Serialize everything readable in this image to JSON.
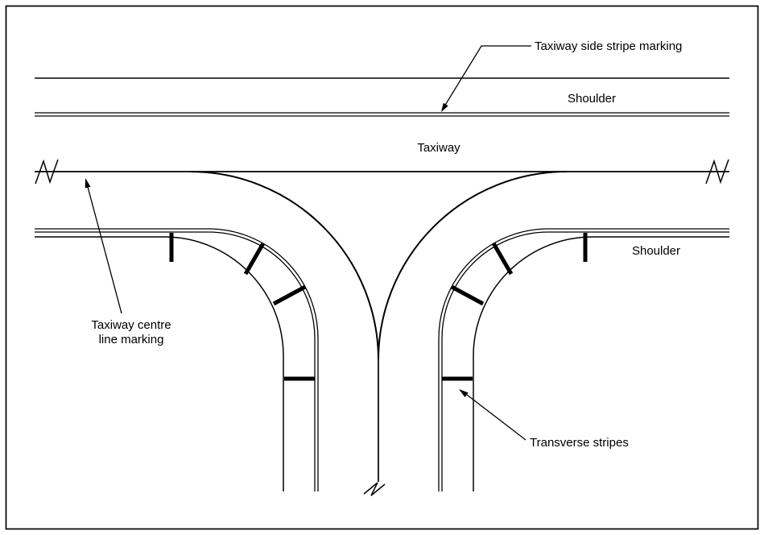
{
  "colors": {
    "ink": "#000000",
    "paper": "#ffffff"
  },
  "figure": {
    "type": "taxiway-marking-diagram"
  },
  "labels": {
    "side_stripe": "Taxiway side stripe marking",
    "shoulder_top": "Shoulder",
    "taxiway": "Taxiway",
    "shoulder_bottom": "Shoulder",
    "centre_line_line1": "Taxiway centre",
    "centre_line_line2": "line marking",
    "transverse_stripes": "Transverse stripes"
  }
}
